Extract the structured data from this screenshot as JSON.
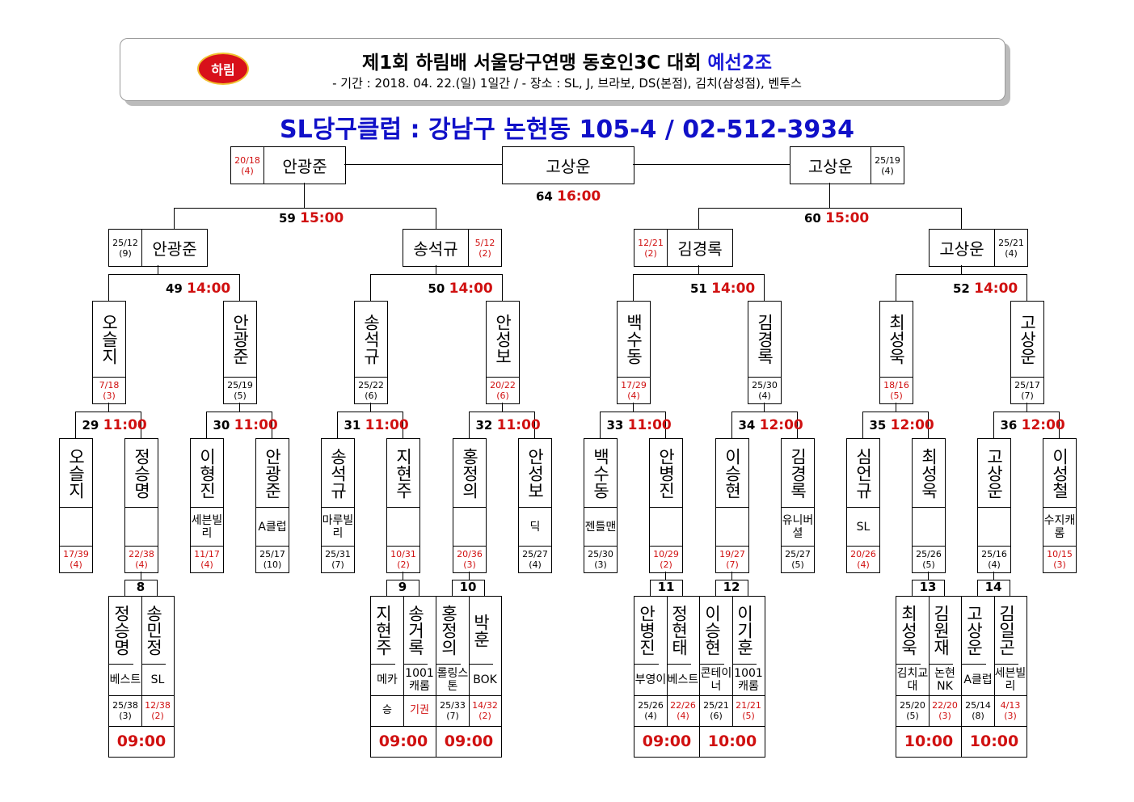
{
  "header": {
    "logo": "하림",
    "title_main": "제1회 하림배 서울당구연맹 동호인3C 대회",
    "title_group": "예선2조",
    "subtitle": "- 기간 : 2018. 04. 22.(일) 1일간 / - 장소 : SL, J, 브라보, DS(본점), 김치(삼성점), 벤투스",
    "venue": "SL당구클럽 : 강남구 논현동 105-4 / 02-512-3934"
  },
  "final": {
    "left": {
      "name": "안광준",
      "score": "20/18",
      "inn": "(4)"
    },
    "center": {
      "name": "고상운"
    },
    "right": {
      "name": "고상운",
      "score": "25/19",
      "inn": "(4)"
    },
    "match": {
      "no": "64",
      "time": "16:00"
    }
  },
  "semis": [
    {
      "no": "59",
      "time": "15:00"
    },
    {
      "no": "60",
      "time": "15:00"
    }
  ],
  "qf": [
    {
      "name": "안광준",
      "score": "25/12",
      "inn": "(9)"
    },
    {
      "name": "송석규",
      "score": "5/12",
      "inn": "(2)"
    },
    {
      "name": "김경록",
      "score": "12/21",
      "inn": "(2)"
    },
    {
      "name": "고상운",
      "score": "25/21",
      "inn": "(4)"
    }
  ],
  "r16_matches": [
    {
      "no": "49",
      "time": "14:00"
    },
    {
      "no": "50",
      "time": "14:00"
    },
    {
      "no": "51",
      "time": "14:00"
    },
    {
      "no": "52",
      "time": "14:00"
    }
  ],
  "r16": [
    {
      "name": "오슬지",
      "score": "7/18",
      "inn": "(3)"
    },
    {
      "name": "안광준",
      "score": "25/19",
      "inn": "(5)"
    },
    {
      "name": "송석규",
      "score": "25/22",
      "inn": "(6)"
    },
    {
      "name": "안성보",
      "score": "20/22",
      "inn": "(6)"
    },
    {
      "name": "백수동",
      "score": "17/29",
      "inn": "(4)"
    },
    {
      "name": "김경록",
      "score": "25/30",
      "inn": "(4)"
    },
    {
      "name": "최성욱",
      "score": "18/16",
      "inn": "(5)"
    },
    {
      "name": "고상운",
      "score": "25/17",
      "inn": "(7)"
    }
  ],
  "r32_matches": [
    {
      "no": "29",
      "time": "11:00"
    },
    {
      "no": "30",
      "time": "11:00"
    },
    {
      "no": "31",
      "time": "11:00"
    },
    {
      "no": "32",
      "time": "11:00"
    },
    {
      "no": "33",
      "time": "11:00"
    },
    {
      "no": "34",
      "time": "12:00"
    },
    {
      "no": "35",
      "time": "12:00"
    },
    {
      "no": "36",
      "time": "12:00"
    }
  ],
  "r32": [
    {
      "name": "오슬지",
      "club": "",
      "score": "17/39",
      "inn": "(4)"
    },
    {
      "name": "정승명",
      "club": "",
      "score": "22/38",
      "inn": "(4)"
    },
    {
      "name": "이형진",
      "club": "세븐빌리",
      "score": "11/17",
      "inn": "(4)"
    },
    {
      "name": "안광준",
      "club": "A클럽",
      "score": "25/17",
      "inn": "(10)"
    },
    {
      "name": "송석규",
      "club": "마루빌리",
      "score": "25/31",
      "inn": "(7)"
    },
    {
      "name": "지현주",
      "club": "",
      "score": "10/31",
      "inn": "(2)"
    },
    {
      "name": "홍정의",
      "club": "",
      "score": "20/36",
      "inn": "(3)"
    },
    {
      "name": "안성보",
      "club": "딕",
      "score": "25/27",
      "inn": "(4)"
    },
    {
      "name": "백수동",
      "club": "젠틀맨",
      "score": "25/30",
      "inn": "(3)"
    },
    {
      "name": "안병진",
      "club": "",
      "score": "10/29",
      "inn": "(2)"
    },
    {
      "name": "이승현",
      "club": "",
      "score": "19/27",
      "inn": "(7)"
    },
    {
      "name": "김경록",
      "club": "유니버셜",
      "score": "25/27",
      "inn": "(5)"
    },
    {
      "name": "심언규",
      "club": "SL",
      "score": "20/26",
      "inn": "(4)"
    },
    {
      "name": "최성욱",
      "club": "",
      "score": "25/26",
      "inn": "(5)"
    },
    {
      "name": "고상운",
      "club": "",
      "score": "25/16",
      "inn": "(4)"
    },
    {
      "name": "이성철",
      "club": "수지캐롬",
      "score": "10/15",
      "inn": "(3)"
    }
  ],
  "prelim": [
    {
      "no": "8",
      "time": "09:00",
      "a": {
        "name": "정승명",
        "club": "베스트",
        "score": "25/38",
        "inn": "(3)"
      },
      "b": {
        "name": "송민정",
        "club": "SL",
        "score": "12/38",
        "inn": "(2)"
      }
    },
    {
      "no": "9",
      "time": "09:00",
      "a": {
        "name": "지현주",
        "club": "메카",
        "score": "승",
        "inn": ""
      },
      "b": {
        "name": "송거록",
        "club": "1001캐롬",
        "score": "기권",
        "inn": ""
      }
    },
    {
      "no": "10",
      "time": "09:00",
      "a": {
        "name": "홍정의",
        "club": "롤링스톤",
        "score": "25/33",
        "inn": "(7)"
      },
      "b": {
        "name": "박훈",
        "club": "BOK",
        "score": "14/32",
        "inn": "(2)"
      }
    },
    {
      "no": "11",
      "time": "09:00",
      "a": {
        "name": "안병진",
        "club": "부영이",
        "score": "25/26",
        "inn": "(4)"
      },
      "b": {
        "name": "정현태",
        "club": "베스트",
        "score": "22/26",
        "inn": "(4)"
      }
    },
    {
      "no": "12",
      "time": "10:00",
      "a": {
        "name": "이승현",
        "club": "콘테이너",
        "score": "25/21",
        "inn": "(6)"
      },
      "b": {
        "name": "이기훈",
        "club": "1001캐롬",
        "score": "21/21",
        "inn": "(5)"
      }
    },
    {
      "no": "13",
      "time": "10:00",
      "a": {
        "name": "최성욱",
        "club": "김치교대",
        "score": "25/20",
        "inn": "(5)"
      },
      "b": {
        "name": "김원재",
        "club": "논현NK",
        "score": "22/20",
        "inn": "(3)"
      }
    },
    {
      "no": "14",
      "time": "10:00",
      "a": {
        "name": "고상운",
        "club": "A클럽",
        "score": "25/14",
        "inn": "(8)"
      },
      "b": {
        "name": "김일곤",
        "club": "세븐빌리",
        "score": "4/13",
        "inn": "(3)"
      }
    }
  ],
  "colors": {
    "accent_blue": "#1010c8",
    "time_red": "#d01010"
  }
}
